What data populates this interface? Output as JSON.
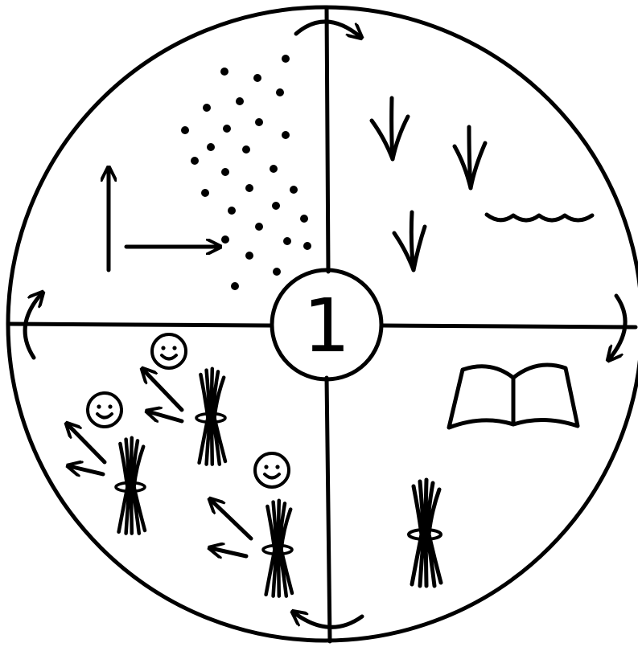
{
  "diagram": {
    "center_label": "1",
    "quadrants": [
      {
        "id": "sowing"
      },
      {
        "id": "sprouting"
      },
      {
        "id": "reading"
      },
      {
        "id": "sharing-harvest"
      }
    ],
    "rotation_arrows": 4,
    "colors": {
      "ink": "#000000",
      "background": "#ffffff"
    }
  }
}
